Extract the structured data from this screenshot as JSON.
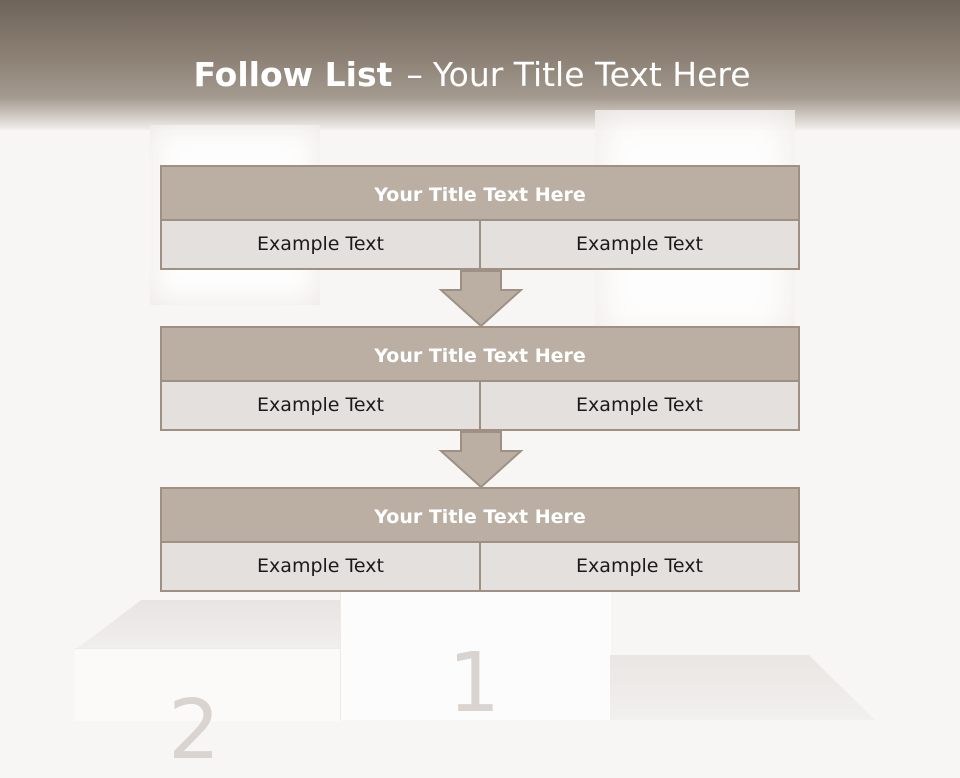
{
  "slide": {
    "title_bold": "Follow List",
    "title_dash": "–",
    "title_rest": "Your Title Text Here"
  },
  "steps": [
    {
      "title": "Your Title Text Here",
      "left": "Example Text",
      "right": "Example Text"
    },
    {
      "title": "Your Title Text Here",
      "left": "Example Text",
      "right": "Example Text"
    },
    {
      "title": "Your Title Text Here",
      "left": "Example Text",
      "right": "Example Text"
    }
  ],
  "background": {
    "podium_numbers": [
      "1",
      "2"
    ]
  },
  "colors": {
    "header": "#8d8175",
    "title_box": "#bbafa3",
    "cell_box": "#e4e0dd",
    "border": "#9e9184",
    "arrow_fill": "#bbafa3"
  },
  "icons": [
    "down-arrow-icon"
  ]
}
